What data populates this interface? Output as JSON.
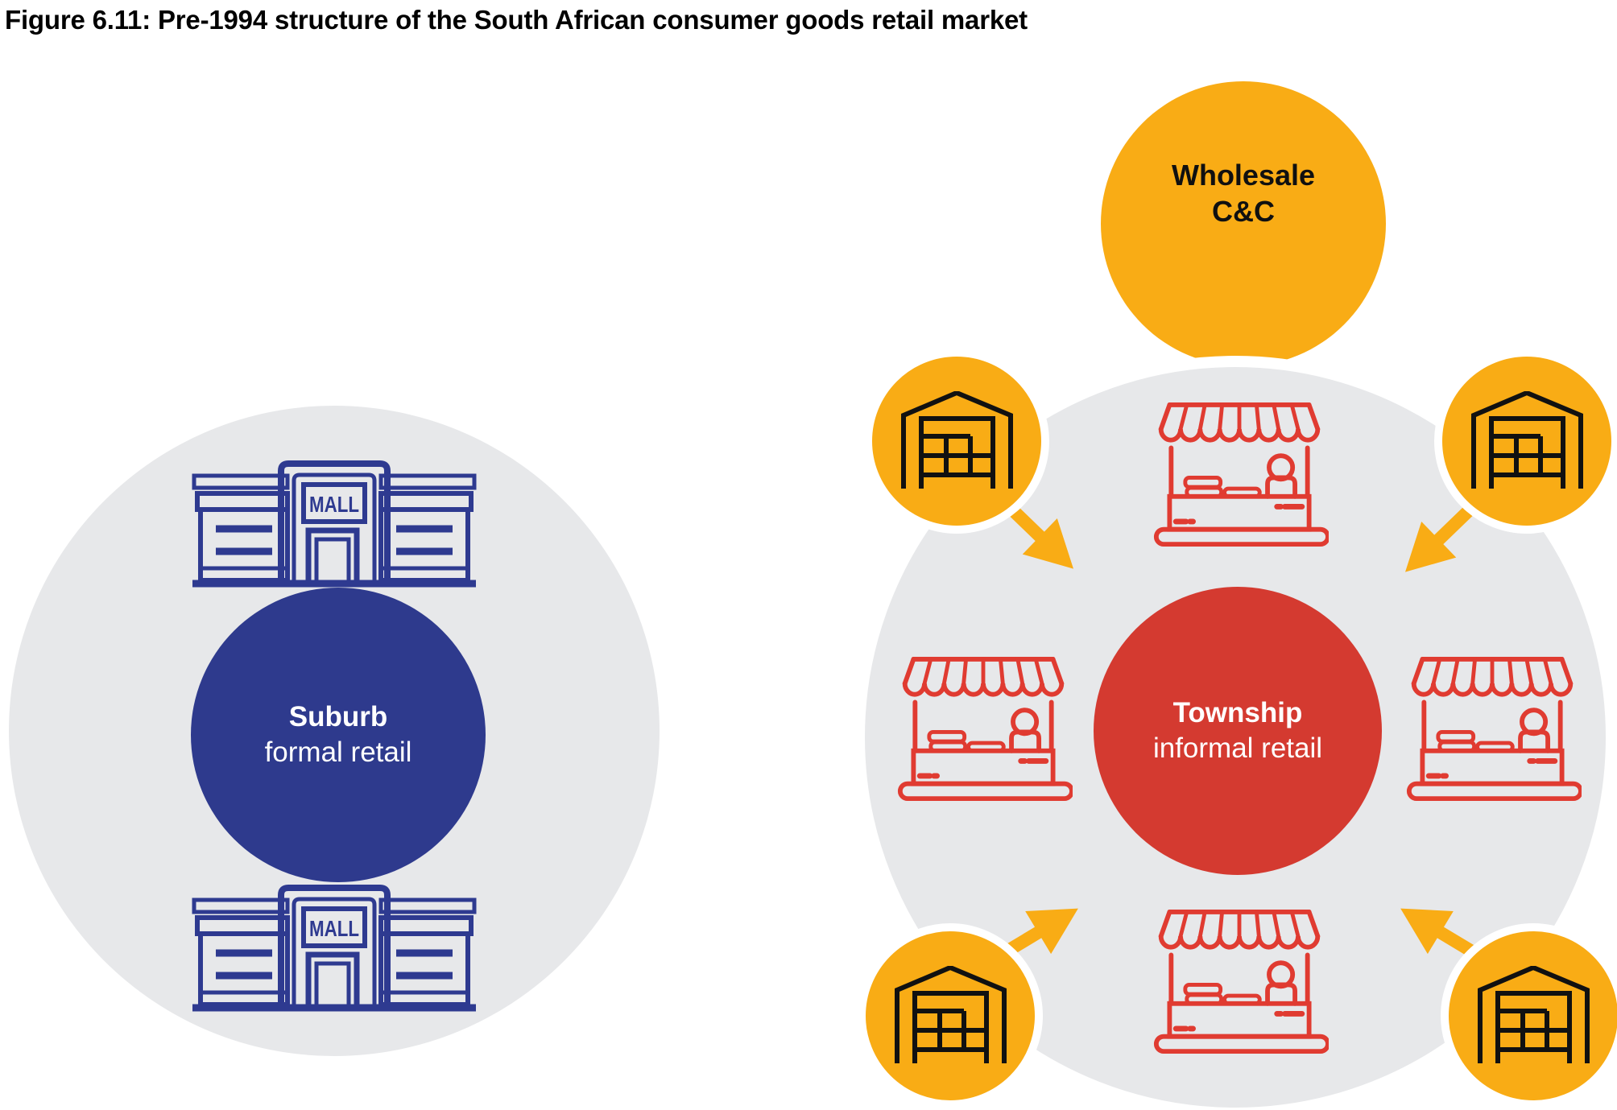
{
  "title": "Figure 6.11: Pre-1994 structure of the South African consumer goods retail market",
  "colors": {
    "navy": "#2e3a90",
    "blue-fill": "#2e3a8d",
    "red-fill": "#d43a30",
    "red-stroke": "#e03b31",
    "yellow": "#f9ac15",
    "gray": "#e7e8ea",
    "ink": "#111111"
  },
  "clusters": {
    "suburb": {
      "title_bold": "Suburb",
      "title_rest": "formal retail",
      "mall_sign": "MALL",
      "building_icon": "mall-building-icon",
      "building_count": 2
    },
    "township": {
      "title_bold": "Township",
      "title_rest": "informal retail",
      "stall_icon": "market-stall-icon",
      "stall_count": 4
    },
    "wholesale": {
      "line1": "Wholesale",
      "line2": "C&C",
      "warehouse_icon": "warehouse-icon",
      "warehouse_count": 4,
      "arrow_icon": "supply-arrow-icon",
      "arrow_count": 4
    }
  }
}
